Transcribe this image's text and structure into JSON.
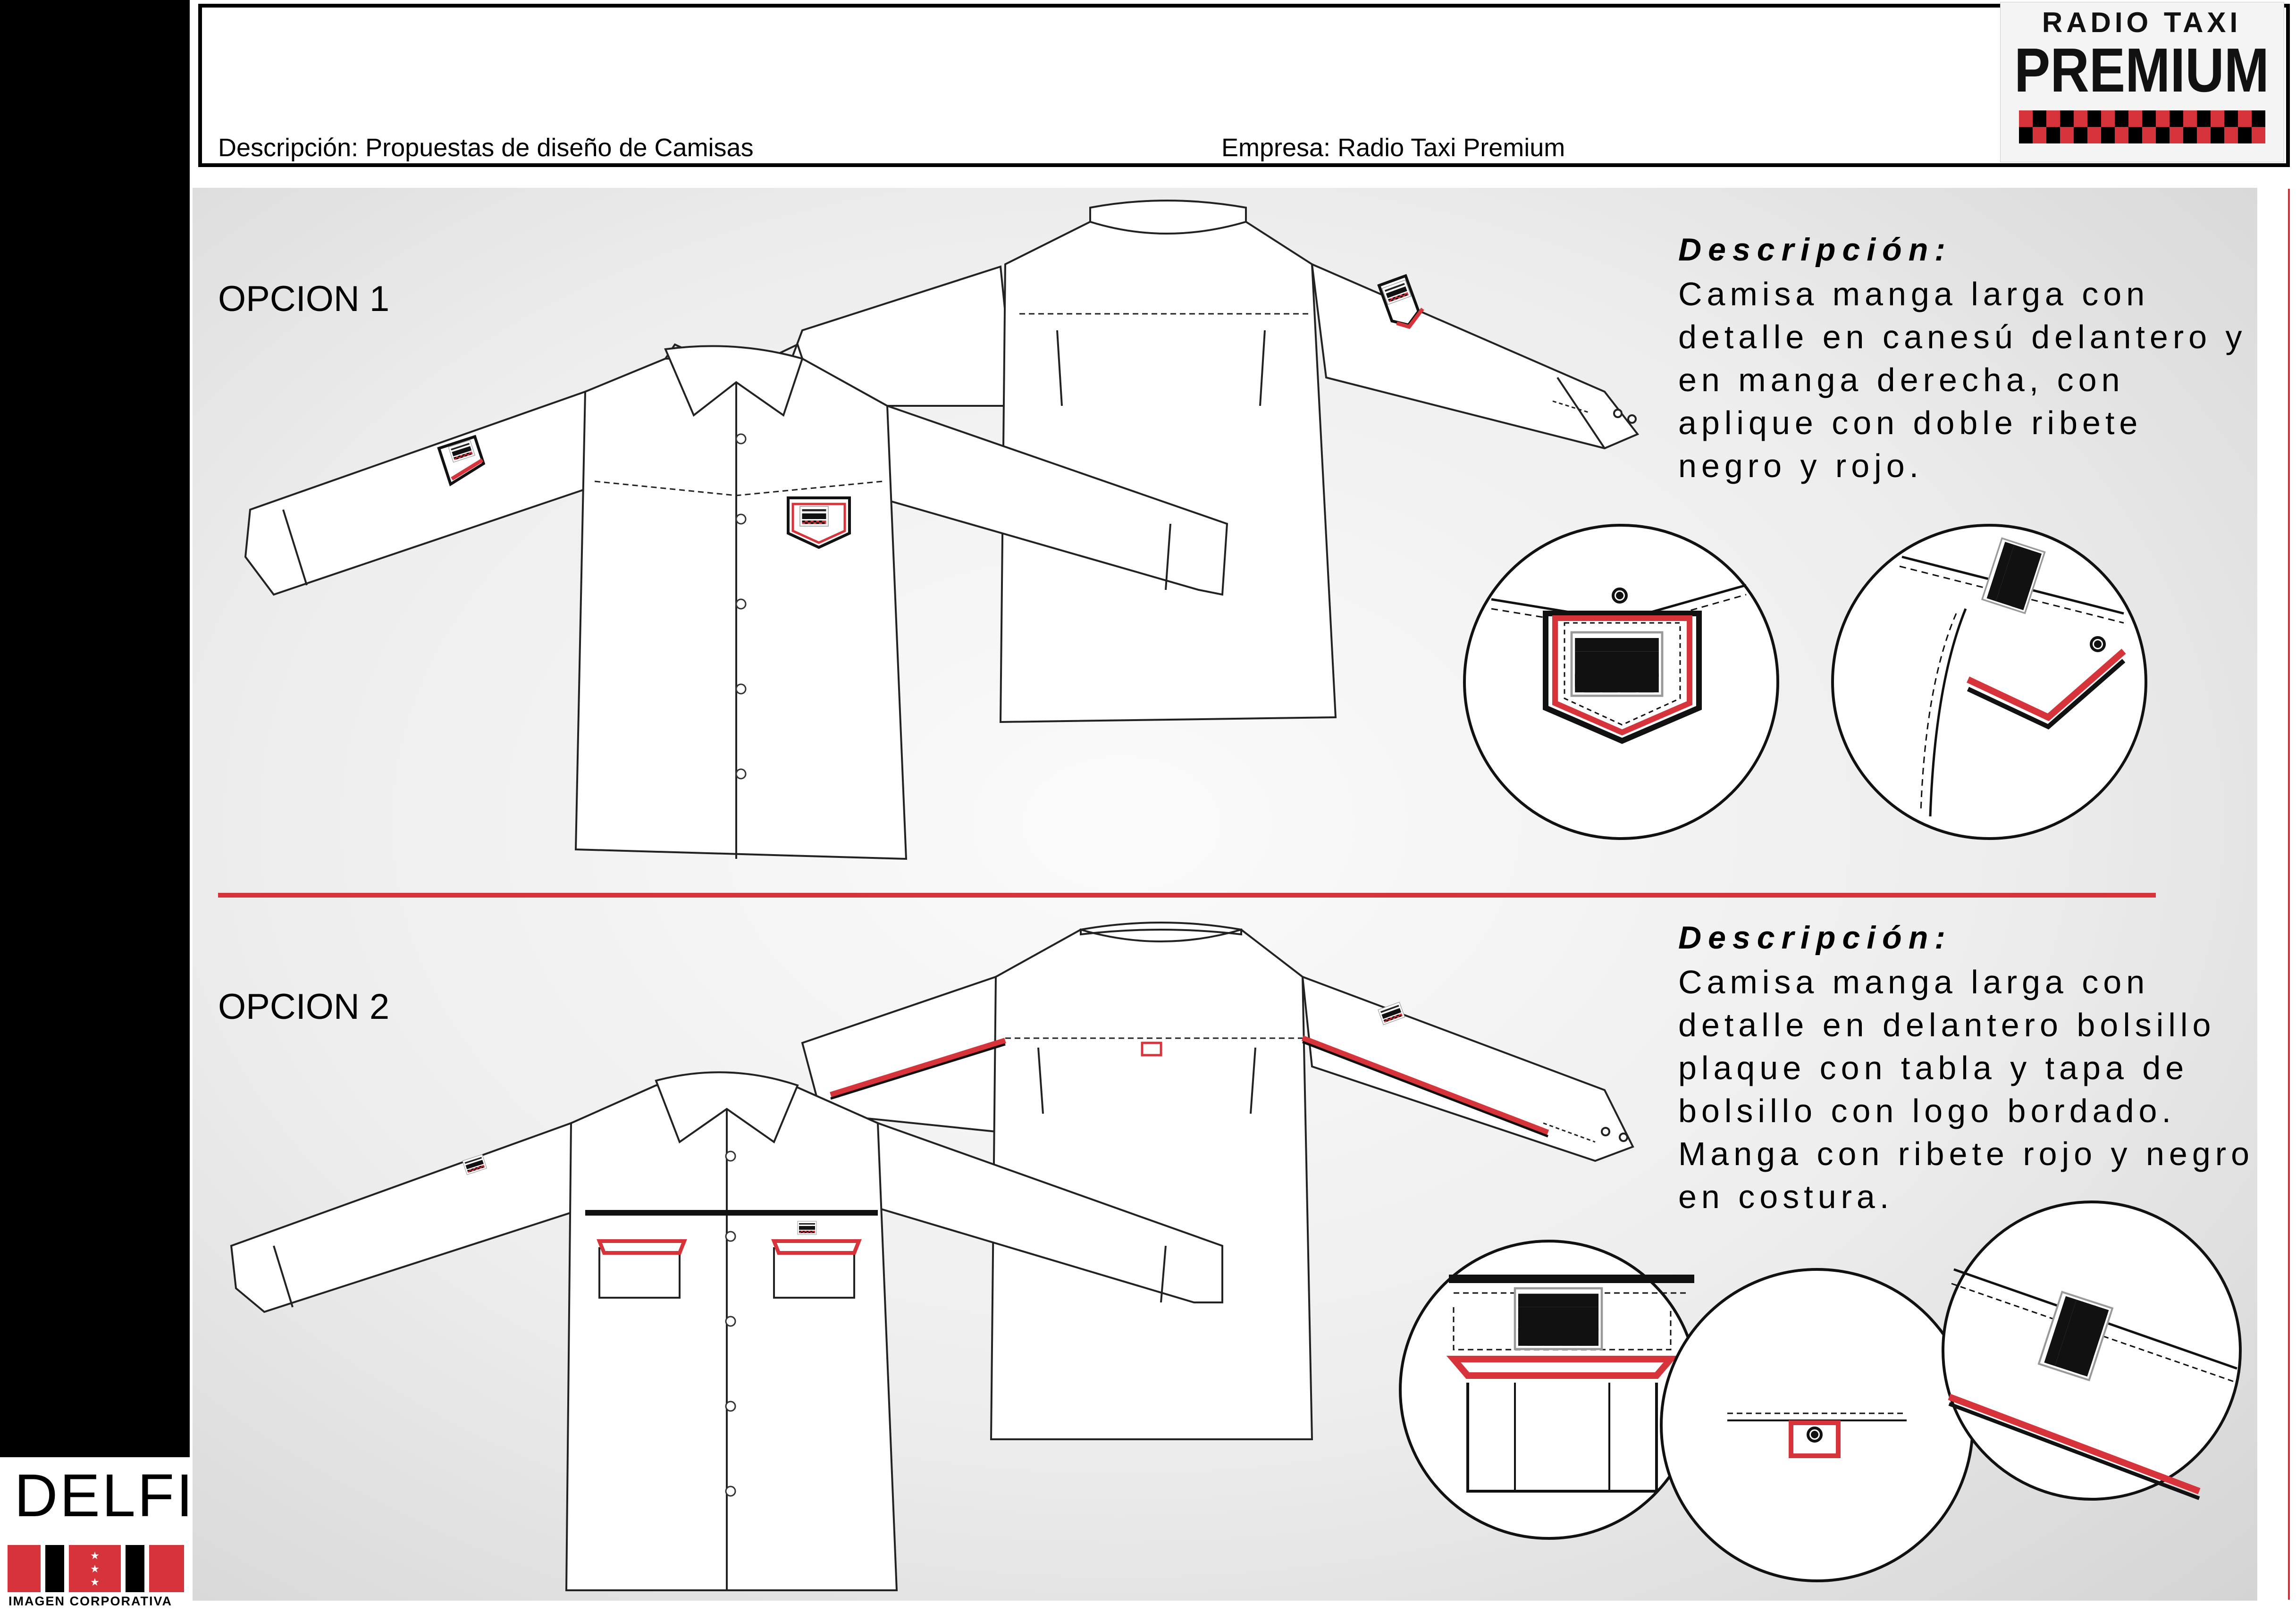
{
  "header": {
    "description": "Descripción: Propuestas de diseño de Camisas",
    "company": "Empresa: Radio Taxi Premium"
  },
  "logo": {
    "line1": "RADIO TAXI",
    "line2": "PREMIUM"
  },
  "brand": {
    "name": "DELFIN",
    "tagline": "IMAGEN CORPORATIVA"
  },
  "options": [
    {
      "label": "OPCION 1",
      "desc_title": "Descripción:",
      "desc_body": "Camisa manga larga con detalle en canesú delantero y en manga derecha, con aplique con doble ribete negro y rojo."
    },
    {
      "label": "OPCION 2",
      "desc_title": "Descripción:",
      "desc_body": "Camisa manga larga con detalle en delantero bolsillo plaque con tabla y tapa de bolsillo con logo bordado. Manga con ribete rojo y negro en costura."
    }
  ],
  "colors": {
    "accent_red": "#d7333b",
    "black": "#000000"
  }
}
